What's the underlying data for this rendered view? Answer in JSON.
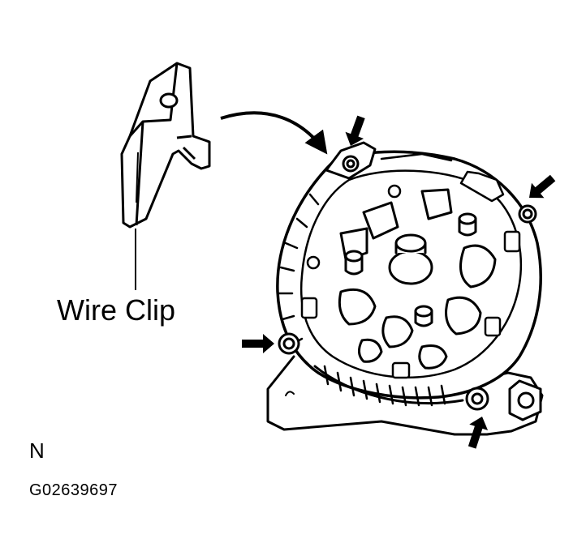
{
  "labels": {
    "part_name": "Wire Clip",
    "view_letter": "N",
    "figure_code": "G02639697"
  },
  "colors": {
    "ink": "#000000",
    "paper": "#ffffff"
  },
  "icons": {
    "bolt_arrow": "arrow-icon",
    "bracket": "wire-clip-bracket",
    "alternator": "alternator-rear-housing"
  }
}
